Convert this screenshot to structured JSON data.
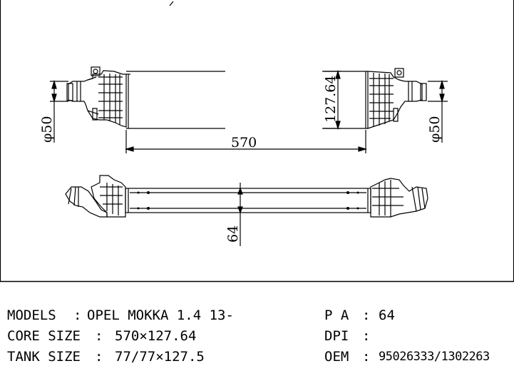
{
  "drawing": {
    "top_view": {
      "dim_length": "570",
      "dim_height": "127.64",
      "dim_left_port": "φ50",
      "dim_right_port": "φ50"
    },
    "bottom_view": {
      "dim_depth": "64"
    }
  },
  "specs": {
    "models_label": "MODELS",
    "models_sep": ":",
    "models_value": "OPEL MOKKA 1.4 13-",
    "core_label": "CORE SIZE",
    "core_sep": ":",
    "core_value": "570×127.64",
    "tank_label": "TANK SIZE",
    "tank_sep": ":",
    "tank_value": "77/77×127.5",
    "pa_label": "P A",
    "pa_sep": ":",
    "pa_value": "64",
    "dpi_label": "DPI",
    "dpi_sep": ":",
    "dpi_value": "",
    "oem_label": "OEM",
    "oem_sep": ":",
    "oem_value": "95026333/1302263"
  }
}
